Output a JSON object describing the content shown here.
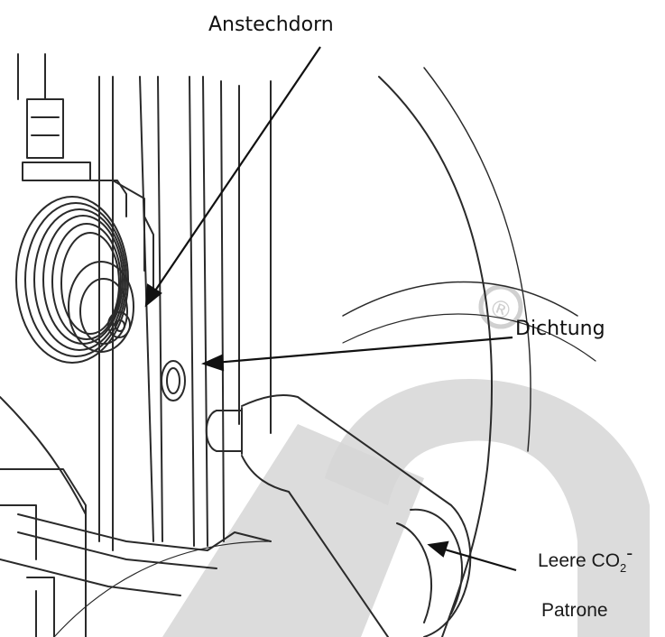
{
  "labels": {
    "anstechdorn": "Anstechdorn",
    "dichtung": "Dichtung",
    "leere_co2_prefix": "Leere CO",
    "leere_co2_sub": "2",
    "leere_co2_suffix": "-",
    "patrone": "Patrone"
  },
  "watermark": {
    "symbol": "®"
  },
  "colors": {
    "line": "#2a2a2a",
    "watermark": "#d4d4d4",
    "background": "#ffffff"
  }
}
